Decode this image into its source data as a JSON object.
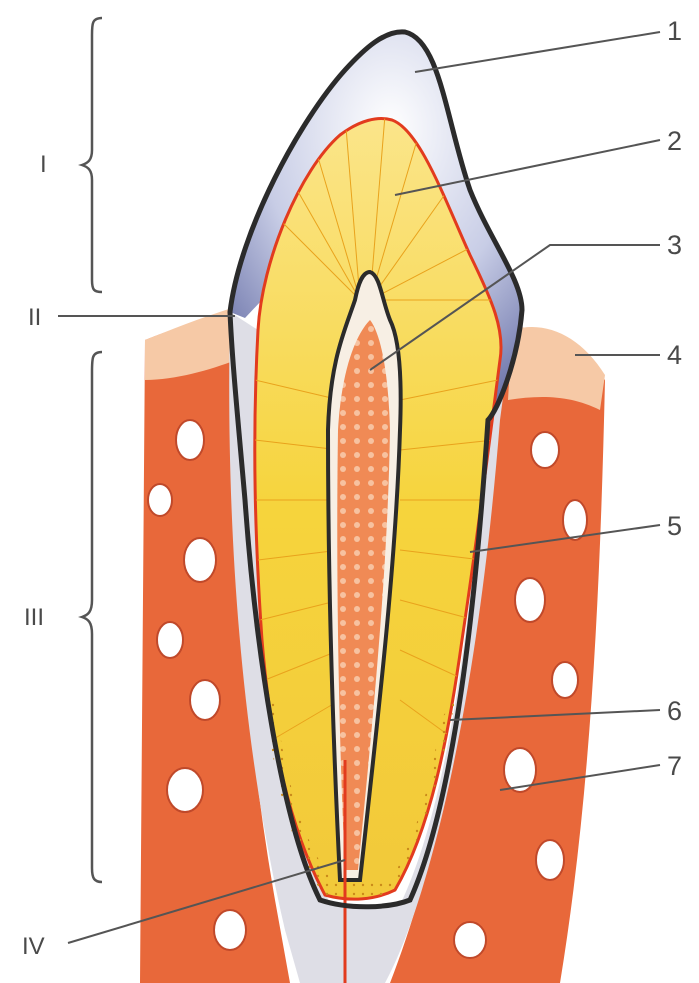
{
  "figure": {
    "colors": {
      "enamel": "#8e96c4",
      "dentin": "#f5d33a",
      "dentin_line": "#e9a21c",
      "pulp": "#ee7a4a",
      "bone": "#e7683a",
      "bone_light": "#f6c9a6",
      "periodontium": "#dedee6",
      "outline": "#2b2b2b",
      "red_line": "#e23b1e",
      "leader": "#555555"
    },
    "callouts": [
      {
        "id": "1",
        "label": "1"
      },
      {
        "id": "2",
        "label": "2"
      },
      {
        "id": "3",
        "label": "3"
      },
      {
        "id": "4",
        "label": "4"
      },
      {
        "id": "5",
        "label": "5"
      },
      {
        "id": "6",
        "label": "6"
      },
      {
        "id": "7",
        "label": "7"
      }
    ],
    "regions": [
      {
        "id": "I",
        "label": "I"
      },
      {
        "id": "II",
        "label": "II"
      },
      {
        "id": "III",
        "label": "III"
      },
      {
        "id": "IV",
        "label": "IV"
      }
    ]
  }
}
